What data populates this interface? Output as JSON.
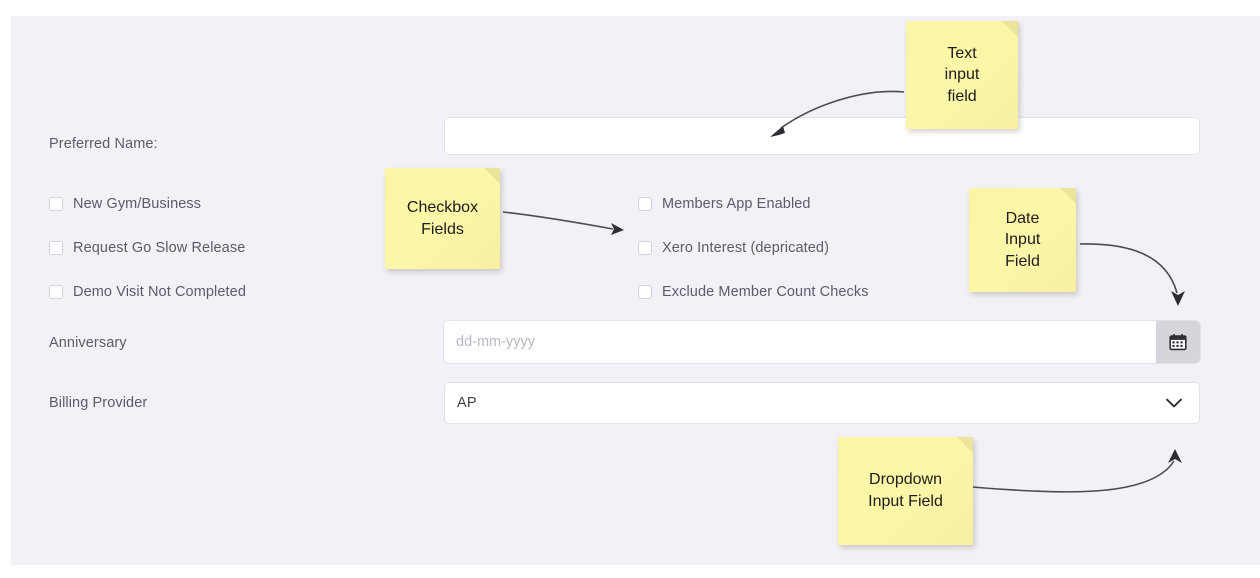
{
  "card": {
    "background_color": "#f2f1f7",
    "page_background": "#ffffff"
  },
  "form": {
    "rows": [
      {
        "label": "Preferred Name:",
        "field_type": "text",
        "value": "",
        "placeholder": ""
      },
      {
        "label": "Anniversary",
        "field_type": "date",
        "value": "",
        "placeholder": "dd-mm-yyyy",
        "button_icon": "calendar-icon"
      },
      {
        "label": "Billing Provider",
        "field_type": "dropdown",
        "value": "AP",
        "icon": "chevron-down-icon"
      }
    ],
    "checkboxes_left": [
      {
        "label": "New Gym/Business",
        "checked": false
      },
      {
        "label": "Request Go Slow Release",
        "checked": false
      },
      {
        "label": "Demo Visit Not Completed",
        "checked": false
      }
    ],
    "checkboxes_right": [
      {
        "label": "Members App Enabled",
        "checked": false
      },
      {
        "label": "Xero Interest (depricated)",
        "checked": false
      },
      {
        "label": "Exclude Member Count Checks",
        "checked": false
      }
    ]
  },
  "annotations": {
    "note_color": "#fcf6a8",
    "notes": [
      {
        "id": "text-input-note",
        "text": "Text\ninput\nfield",
        "lines": [
          "Text",
          "input",
          "field"
        ]
      },
      {
        "id": "checkbox-note",
        "text": "Checkbox\nFields",
        "lines": [
          "Checkbox",
          "Fields"
        ]
      },
      {
        "id": "date-note",
        "text": "Date\nInput\nField",
        "lines": [
          "Date",
          "Input",
          "Field"
        ]
      },
      {
        "id": "dropdown-note",
        "text": "Dropdown\nInput Field",
        "lines": [
          "Dropdown",
          "Input Field"
        ]
      }
    ]
  }
}
